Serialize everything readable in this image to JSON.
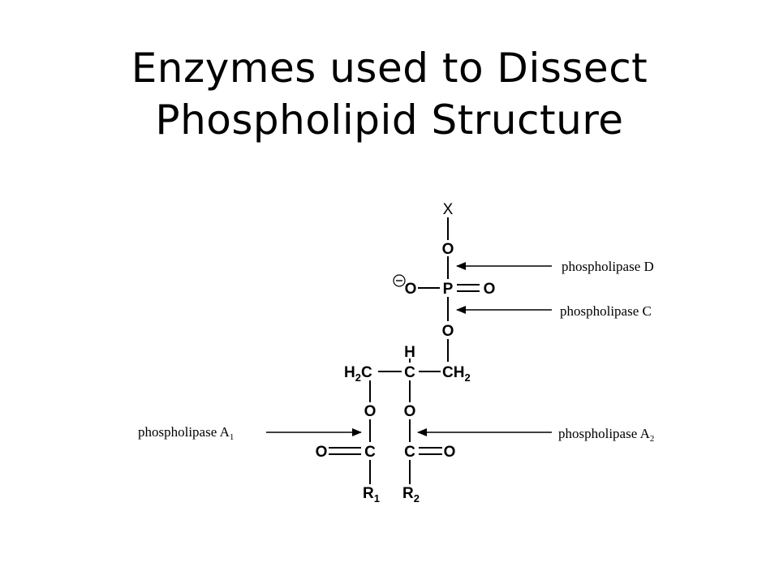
{
  "slide": {
    "title_line1": "Enzymes used to Dissect",
    "title_line2": "Phospholipid Structure"
  },
  "molecule": {
    "x_group": "X",
    "oxygen": "O",
    "phosphorus": "P",
    "carbon": "C",
    "hydrogen": "H",
    "h2_sub": "2",
    "r": "R",
    "r1_sub": "1",
    "r2_sub": "2"
  },
  "enzymes": {
    "phospholipase_d": "phospholipase D",
    "phospholipase_c": "phospholipase C",
    "phospholipase_a1_base": "phospholipase A",
    "phospholipase_a1_sub": "1",
    "phospholipase_a2_base": "phospholipase A",
    "phospholipase_a2_sub": "2"
  }
}
